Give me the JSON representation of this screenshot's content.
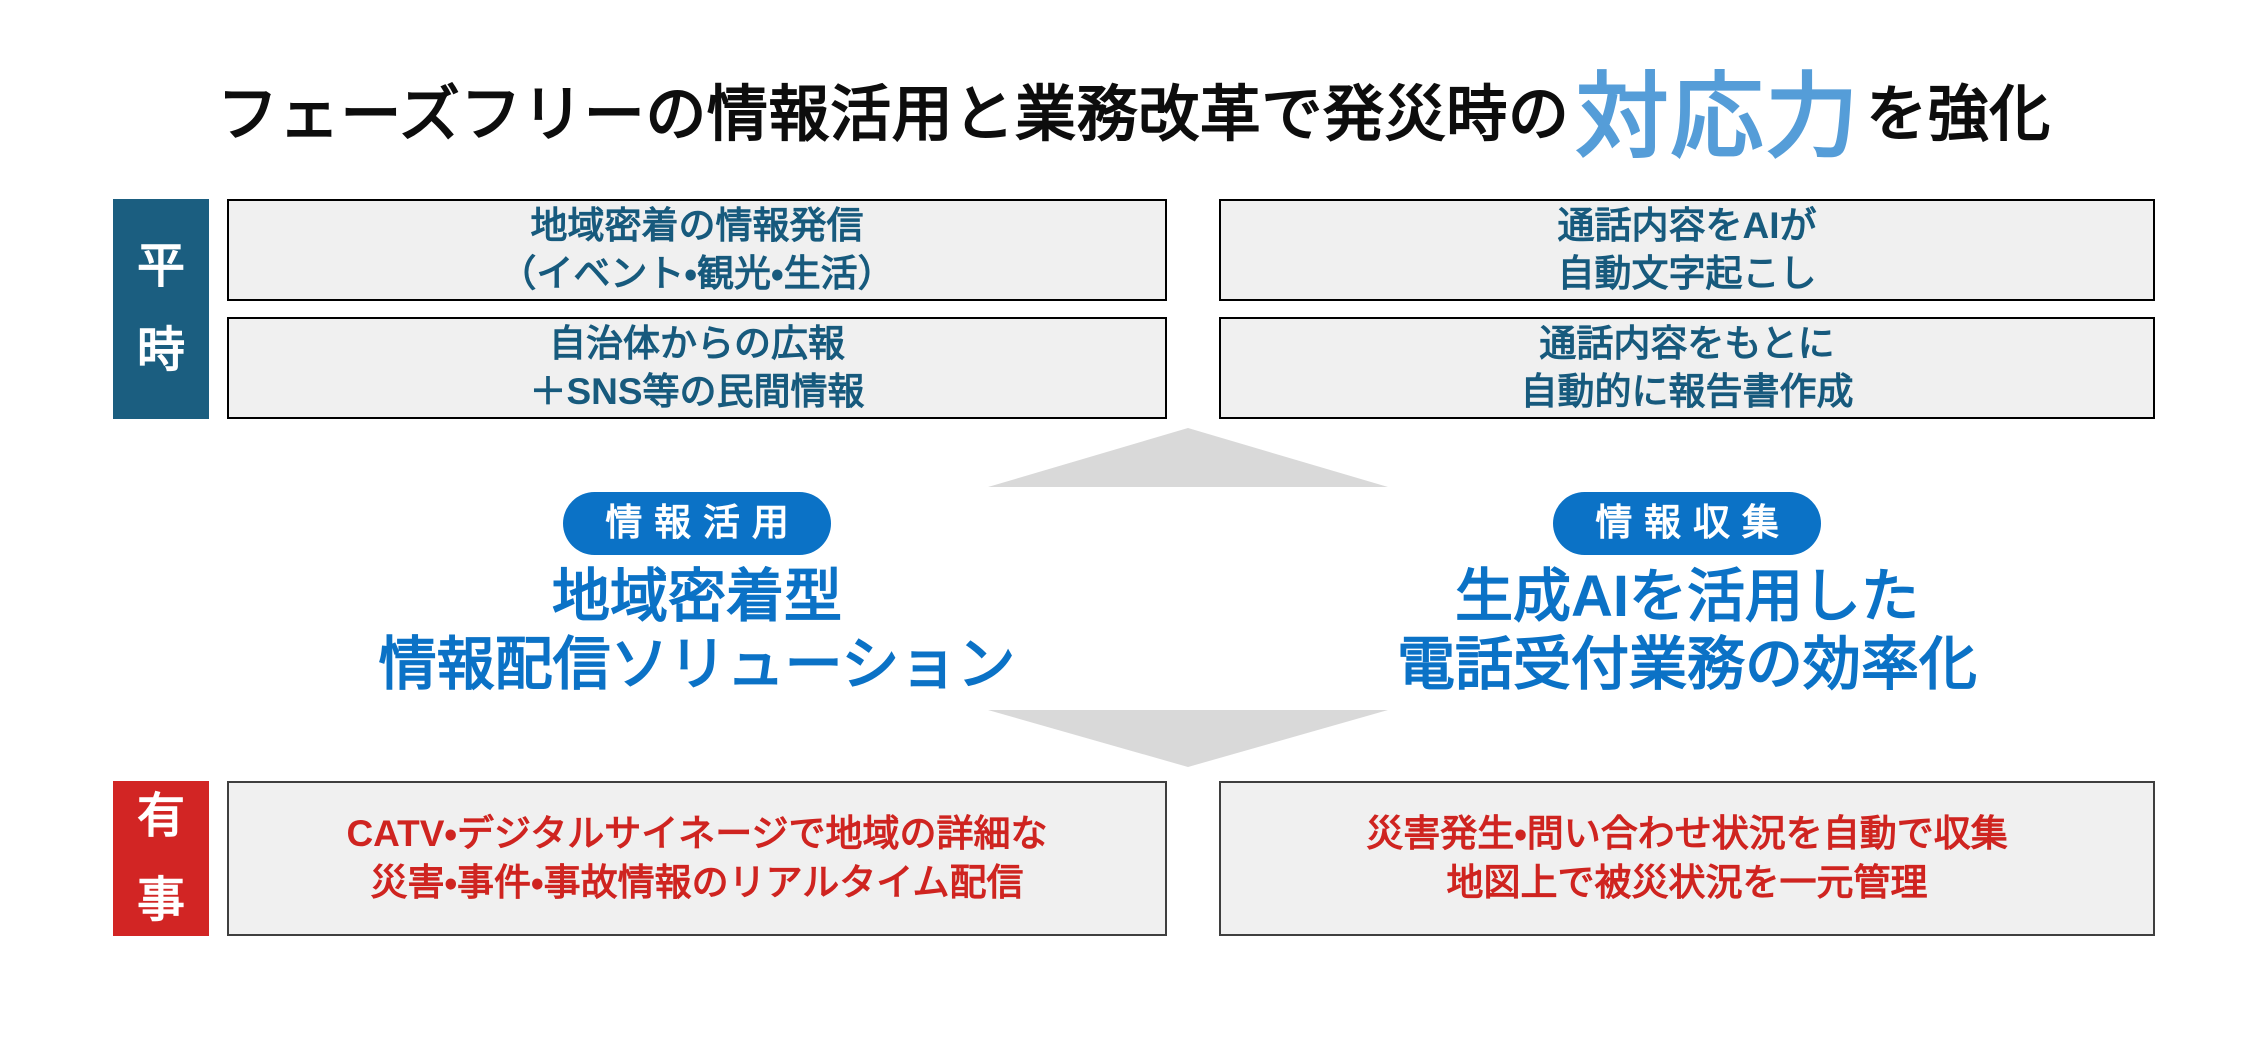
{
  "title": {
    "prefix": "フェーズフリーの情報活用と業務改革で発災時の",
    "highlight": "対応力",
    "suffix": "を強化"
  },
  "rows": {
    "peacetime": {
      "label": "平時",
      "boxes": {
        "left": [
          {
            "line1": "地域密着の情報発信",
            "line2": "（イベント・観光・生活）"
          },
          {
            "line1": "自治体からの広報",
            "line2": "＋SNS等の民間情報"
          }
        ],
        "right": [
          {
            "line1": "通話内容をAIが",
            "line2": "自動文字起こし"
          },
          {
            "line1": "通話内容をもとに",
            "line2": "自動的に報告書作成"
          }
        ]
      }
    },
    "solutions": {
      "left": {
        "badge": "情報活用",
        "line1": "地域密着型",
        "line2": "情報配信ソリューション"
      },
      "right": {
        "badge": "情報収集",
        "line1": "生成AIを活用した",
        "line2": "電話受付業務の効率化"
      }
    },
    "emergency": {
      "label": "有事",
      "boxes": {
        "left": {
          "line1": "CATV・デジタルサイネージで地域の詳細な",
          "line2": "災害・事件・事故情報のリアルタイム配信"
        },
        "right": {
          "line1": "災害発生・問い合わせ状況を自動で収集",
          "line2": "地図上で被災状況を一元管理"
        }
      }
    }
  },
  "colors": {
    "title_highlight_blue": "#559DD8",
    "peacetime_teal": "#1B5E80",
    "peacetime_text_teal": "#175A7D",
    "emergency_red": "#D22524",
    "emergency_text_red": "#CF2420",
    "solution_blue": "#0B72C6",
    "box_fill_gray": "#F0F0F0",
    "triangle_gray": "#D9D9D9"
  }
}
